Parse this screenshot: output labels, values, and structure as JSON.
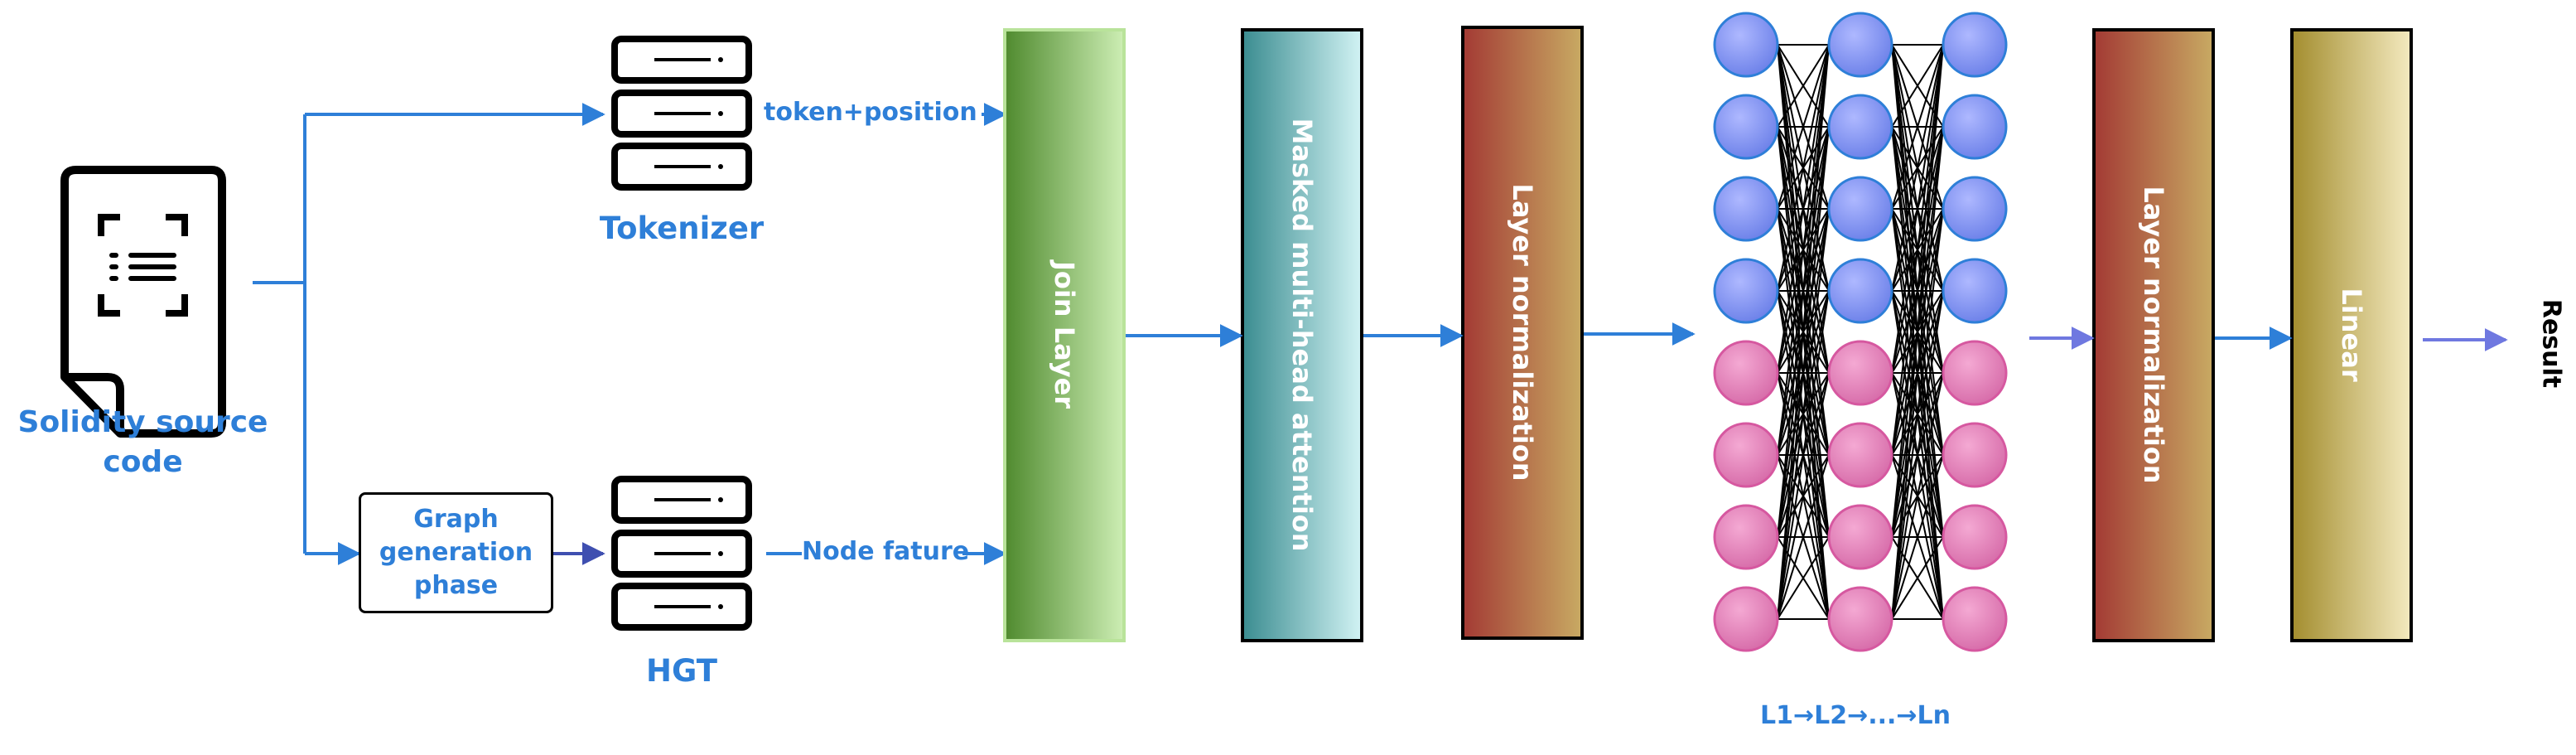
{
  "diagram": {
    "source_label": "Solidity source code",
    "tokenizer_label": "Tokenizer",
    "token_position_label": "token+position",
    "graph_phase_label": "Graph generation phase",
    "hgt_label": "HGT",
    "node_feature_label": "Node fature",
    "join_layer_label": "Join Layer",
    "attention_label": "Masked multi-head attention",
    "layer_norm_1_label": "Layer normalization",
    "ff_layers_label": "L1→L2→...→Ln",
    "layer_norm_2_label": "Layer normalization",
    "linear_label": "Linear",
    "result_label": "Result"
  },
  "colors": {
    "accent_text": "#2e7fd8",
    "arrow": "#2e7fd8",
    "node_blue": "#7b8ef0",
    "node_pink": "#e07bb5",
    "join_layer": "#5a9a3c",
    "attention": "#3d8f8f",
    "layer_norm": "#a9423a",
    "linear": "#a8923a"
  },
  "icons": [
    "document-icon",
    "server-stack-icon"
  ]
}
